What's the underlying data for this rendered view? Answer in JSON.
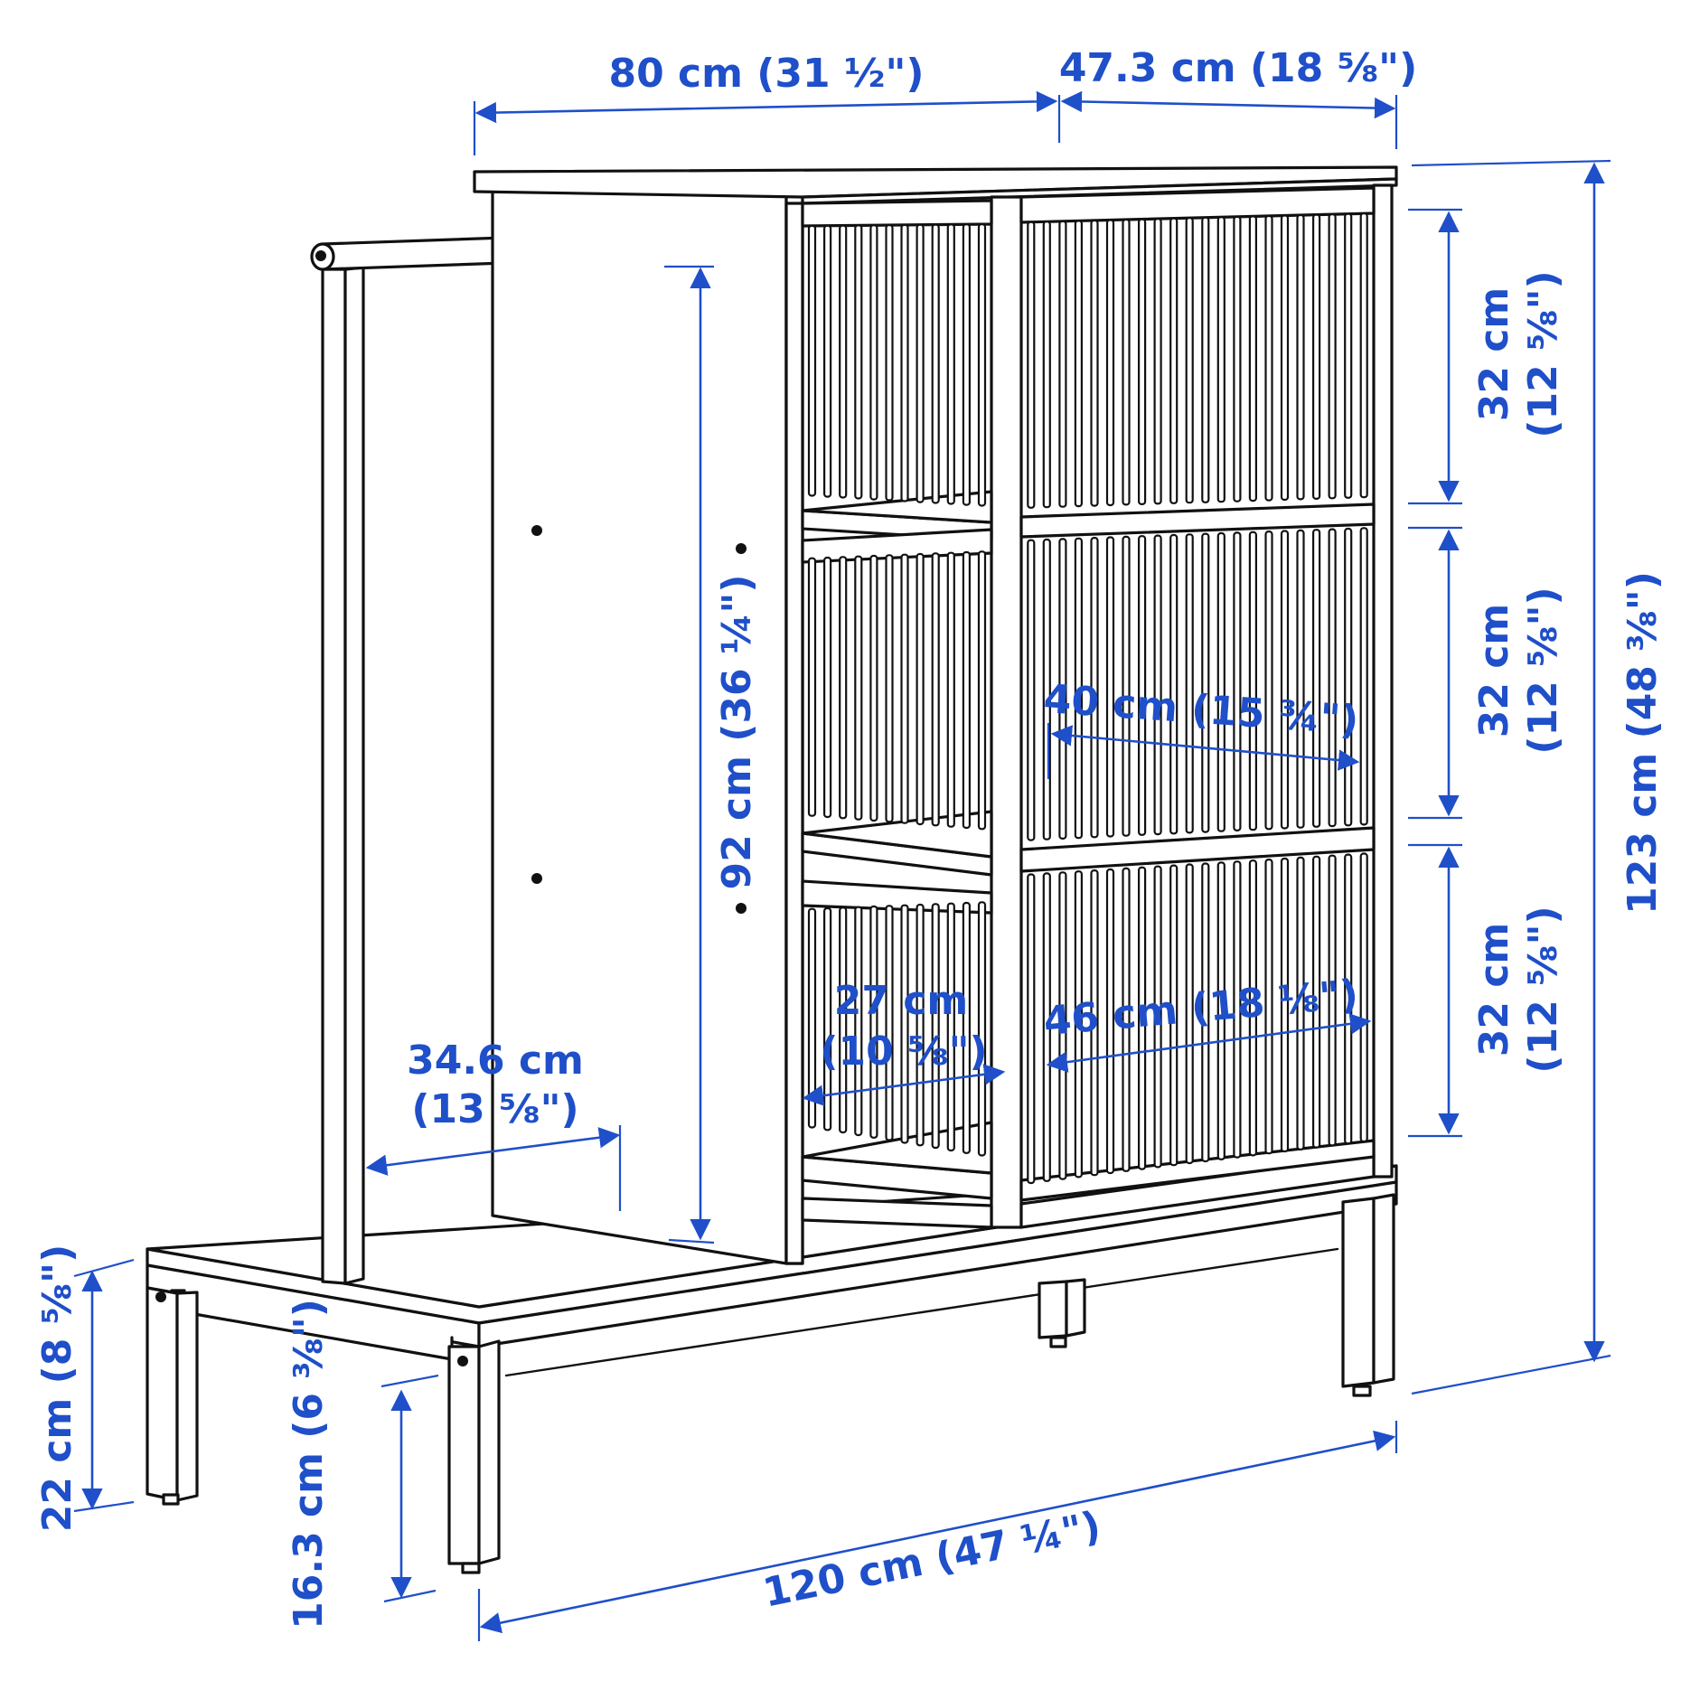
{
  "colors": {
    "dimension": "#1f4fc9",
    "outline": "#111111",
    "background": "#ffffff"
  },
  "dimensions": {
    "top_width": "80 cm (31 ½\")",
    "top_depth": "47.3 cm (18 ⅝\")",
    "total_height": "123 cm (48 ⅜\")",
    "shelf_top_cm": "32 cm",
    "shelf_top_in": "(12 ⅝\")",
    "shelf_mid_cm": "32 cm",
    "shelf_mid_in": "(12 ⅝\")",
    "shelf_bot_cm": "32 cm",
    "shelf_bot_in": "(12 ⅝\")",
    "hanging_height": "92 cm (36 ¼\")",
    "inner_width": "40 cm (15 ¾\")",
    "bottom_width": "46 cm (18 ⅛\")",
    "narrow_cm": "27 cm",
    "narrow_in": "(10 ⅝\")",
    "bench_depth_cm": "34.6 cm",
    "bench_depth_in": "(13 ⅝\")",
    "bench_height": "22 cm (8 ⅝\")",
    "clearance": "16.3 cm (6 ⅜\")",
    "total_width": "120 cm (47 ¼\")"
  }
}
